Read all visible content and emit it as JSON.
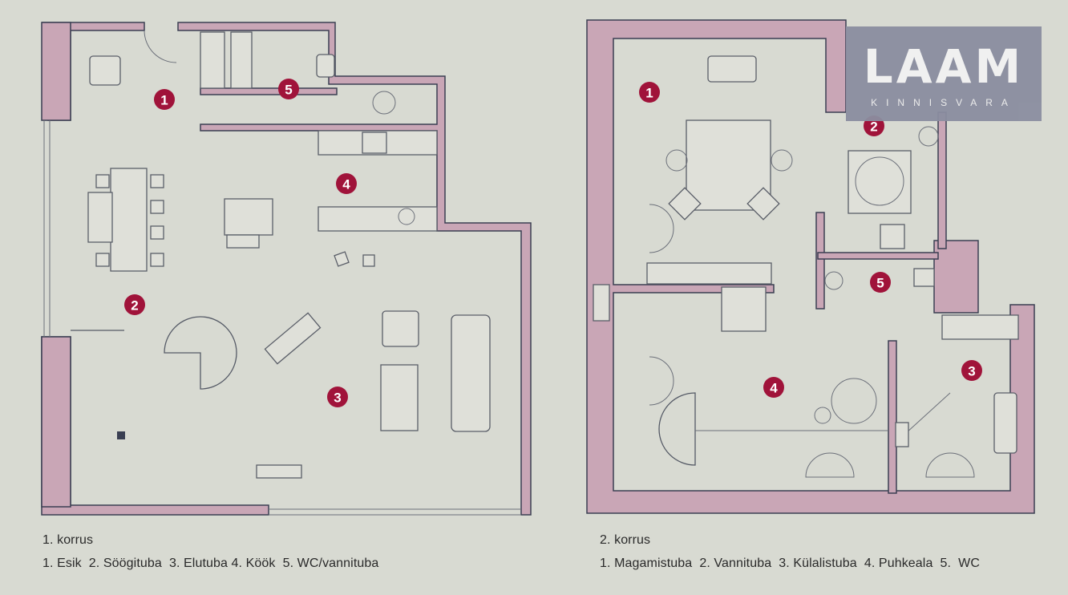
{
  "floors": [
    {
      "title": "1. korrus",
      "legend": "1. Esik  2. Söögituba  3. Elutuba 4. Köök  5. WC/vannituba",
      "markers": [
        "1",
        "2",
        "3",
        "4",
        "5"
      ]
    },
    {
      "title": "2. korrus",
      "legend": "1. Magamistuba  2. Vannituba  3. Külalistuba  4. Puhkeala  5.  WC",
      "markers": [
        "1",
        "2",
        "3",
        "4",
        "5"
      ]
    }
  ],
  "logo": {
    "brand": "LAAM",
    "sub": "KINNISVARA"
  },
  "colors": {
    "wall": "#c9a6b6",
    "marker": "#a0133a",
    "background": "#d8dad2",
    "logo_bg": "#8b8ea0"
  }
}
